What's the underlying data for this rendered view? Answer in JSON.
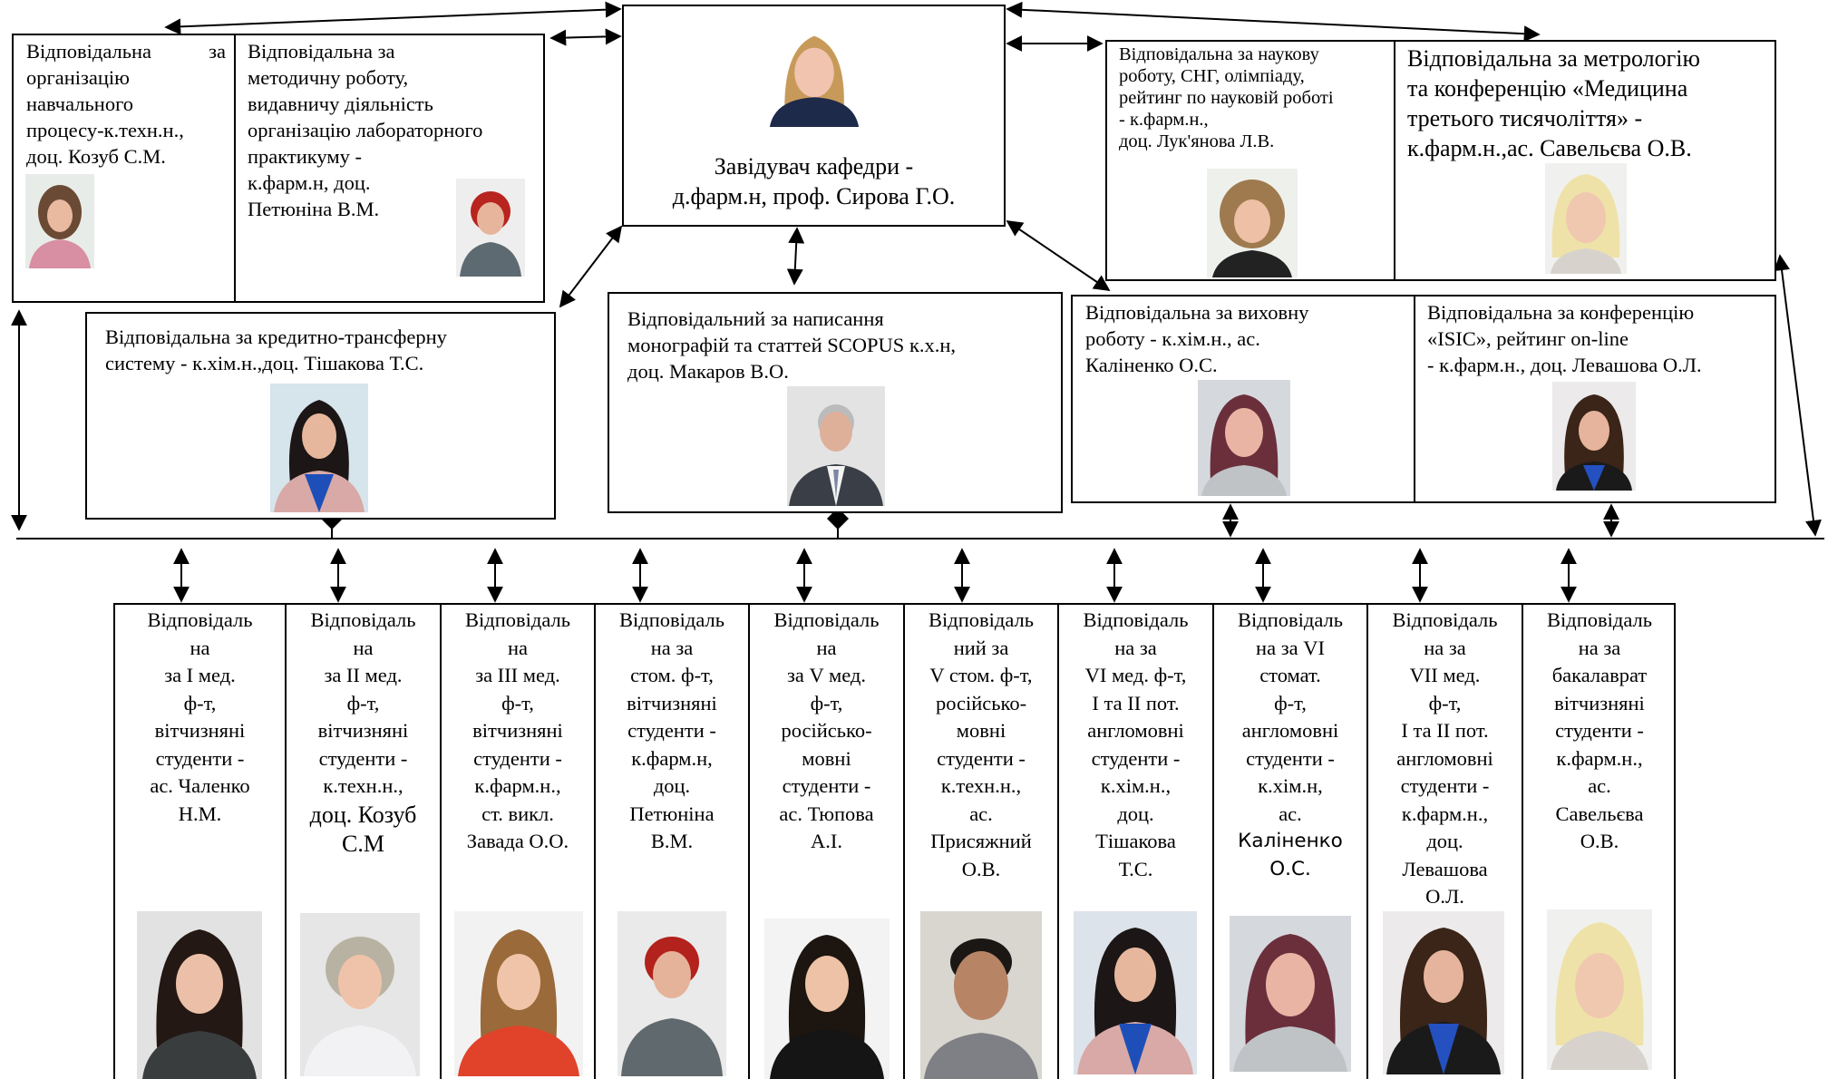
{
  "head": {
    "text": [
      "Завідувач кафедри -",
      "д.фарм.н, проф. Сирова Г.О."
    ]
  },
  "top_left": {
    "left_text": [
      "Відповідальна за",
      "організацію",
      "навчального",
      "процесу-к.техн.н.,",
      "доц. Козуб С.М."
    ],
    "right_text": [
      "Відповідальна за",
      "методичну роботу,",
      "видавничу діяльність",
      "організацію лабораторного",
      "практикуму -",
      "к.фарм.н, доц.",
      "Петюніна В.М."
    ]
  },
  "credit": {
    "text": [
      "Відповідальна за кредитно-трансферну",
      "систему - к.хім.н.,доц. Тішакова Т.С."
    ]
  },
  "monograph": {
    "text": [
      "Відповідальний за написання",
      "монографій та статтей SCOPUS к.х.н,",
      "доц. Макаров В.О."
    ]
  },
  "top_right": {
    "science_text": [
      "Відповідальна за наукову",
      "роботу, СНГ, олімпіаду,",
      "рейтинг по науковій роботі",
      "- к.фарм.н.,",
      "доц. Лук'янова Л.В."
    ],
    "metrology_text": [
      "Відповідальна за метрологію",
      "та конференцію «Медицина",
      "третього тисячоліття» -",
      "к.фарм.н.,ас. Савельєва О.В."
    ]
  },
  "mid_right": {
    "education_text": [
      "Відповідальна за виховну",
      "роботу - к.хім.н., ас.",
      "Каліненко О.С."
    ],
    "isic_text": [
      "Відповідальна за конференцію",
      "«ISIC», рейтинг on-line",
      "- к.фарм.н., доц. Левашова О.Л."
    ]
  },
  "bottom": [
    {
      "lines": [
        "Відповідаль",
        "на",
        "за І мед.",
        "ф-т,",
        "вітчизняні",
        "студенти -",
        "ас. Чаленко",
        "Н.М."
      ]
    },
    {
      "lines": [
        "Відповідаль",
        "на",
        "за ІІ мед.",
        "ф-т,",
        "вітчизняні",
        "студенти -",
        "к.техн.н.,"
      ],
      "big": [
        "доц. Козуб",
        "С.М"
      ]
    },
    {
      "lines": [
        "Відповідаль",
        "на",
        "за ІІІ мед.",
        "ф-т,",
        "вітчизняні",
        "студенти -",
        "к.фарм.н.,",
        "ст. викл.",
        "Завада О.О."
      ]
    },
    {
      "lines": [
        "Відповідаль",
        "на за",
        "стом. ф-т,",
        "вітчизняні",
        "студенти -",
        "к.фарм.н,",
        "доц.",
        "Петюніна",
        "В.М."
      ]
    },
    {
      "lines": [
        "Відповідаль",
        "на",
        "за V мед.",
        "ф-т,",
        "російсько-",
        "мовні",
        "студенти -",
        "ас. Тюпова",
        "А.І."
      ]
    },
    {
      "lines": [
        "Відповідаль",
        "ний за",
        "V стом. ф-т,",
        "російсько-",
        "мовні",
        "студенти -",
        "к.техн.н.,",
        "ас.",
        "Присяжний",
        "О.В."
      ]
    },
    {
      "lines": [
        "Відповідаль",
        "на за",
        "VІ мед. ф-т,",
        "І та ІІ пот.",
        "англомовні",
        "студенти -",
        "к.хім.н.,",
        "доц.",
        "Тішакова",
        "Т.С."
      ]
    },
    {
      "lines": [
        "Відповідаль",
        "на за VI",
        "стомат.",
        "ф-т,",
        "англомовні",
        "студенти -",
        "к.хім.н,",
        "ас."
      ],
      "sans": [
        "Каліненко",
        "О.С."
      ]
    },
    {
      "lines": [
        "Відповідаль",
        "на за",
        "VІІ мед.",
        "ф-т,",
        "І та ІІ пот.",
        "англомовні",
        "студенти -",
        "к.фарм.н.,",
        "доц.",
        "Левашова",
        "О.Л."
      ]
    },
    {
      "lines": [
        "Відповідаль",
        "на за",
        "бакалаврат",
        "вітчизняні",
        "студенти -",
        "к.фарм.н.,",
        "ас.",
        "Савельєва",
        "О.В."
      ]
    }
  ]
}
